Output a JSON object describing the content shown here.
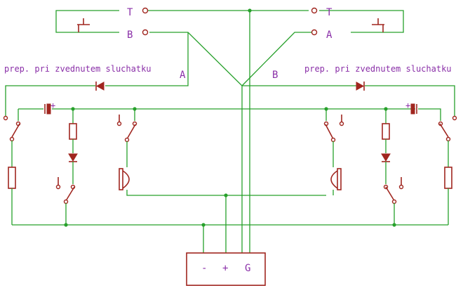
{
  "terminals": {
    "left_top": "T",
    "left_bottom": "B",
    "right_top": "T",
    "right_bottom": "A"
  },
  "notes": {
    "left": "prep. pri zvednutem sluchatku",
    "right": "prep. pri zvednutem sluchatku"
  },
  "line_labels": {
    "left": "A",
    "right": "B"
  },
  "power_supply": {
    "minus": "-",
    "plus": "+",
    "ground": "G"
  },
  "polarity": {
    "left_cap": "+",
    "right_cap": "+"
  },
  "colors": {
    "wire": "#27a02b",
    "component": "#a0261f",
    "label": "#8a2fa8"
  }
}
